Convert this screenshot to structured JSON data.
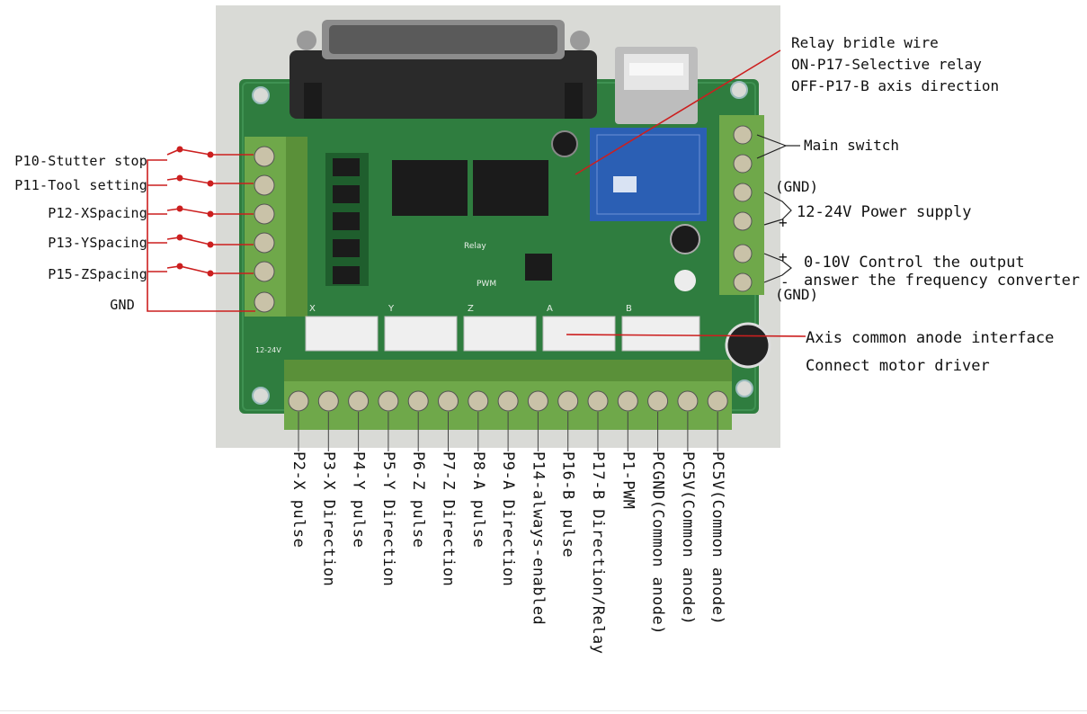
{
  "left_labels": [
    {
      "text": "P10-Stutter stop"
    },
    {
      "text": "P11-Tool setting"
    },
    {
      "text": "P12-XSpacing"
    },
    {
      "text": "P13-YSpacing"
    },
    {
      "text": "P15-ZSpacing"
    },
    {
      "text": "GND"
    }
  ],
  "bottom_labels": [
    {
      "text": "P2-X pulse"
    },
    {
      "text": "P3-X Direction"
    },
    {
      "text": "P4-Y pulse"
    },
    {
      "text": "P5-Y Direction"
    },
    {
      "text": "P6-Z pulse"
    },
    {
      "text": "P7-Z Direction"
    },
    {
      "text": "P8-A pulse"
    },
    {
      "text": "P9-A Direction"
    },
    {
      "text": "P14-always-enabled"
    },
    {
      "text": "P16-B pulse"
    },
    {
      "text": "P17-B Direction/Relay"
    },
    {
      "text": "P1-PWM"
    },
    {
      "text": "PCGND(Common anode)"
    },
    {
      "text": "PC5V(Common anode)"
    },
    {
      "text": "PC5V(Common anode)"
    }
  ],
  "right_labels": {
    "relay_title": "Relay bridle wire",
    "relay_on": "ON-P17-Selective relay",
    "relay_off": "OFF-P17-B axis direction",
    "main_switch": "Main switch",
    "gnd_top": "(GND)",
    "plus_sign": "+",
    "power_supply": "12-24V Power supply",
    "plus_sign_2": "+",
    "minus_sign": "-",
    "control_line1": "0-10V Control the output",
    "control_line2": "answer the frequency converter",
    "gnd_bottom": "(GND)",
    "axis_interface": "Axis common anode interface",
    "connect_driver": "Connect motor driver"
  },
  "board_silkscreen": {
    "relay": "Relay",
    "pwm": "PWM",
    "x": "X",
    "y": "Y",
    "z": "Z",
    "a": "A",
    "b": "B",
    "volt": "12-24V"
  },
  "colors": {
    "pcb": "#2f7d3f",
    "pcb_dark": "#1f5e2d",
    "terminal": "#6fa84a",
    "relay": "#2b5fb4",
    "label_line": "#cc1f1f",
    "db25": "#2a2a2a"
  }
}
